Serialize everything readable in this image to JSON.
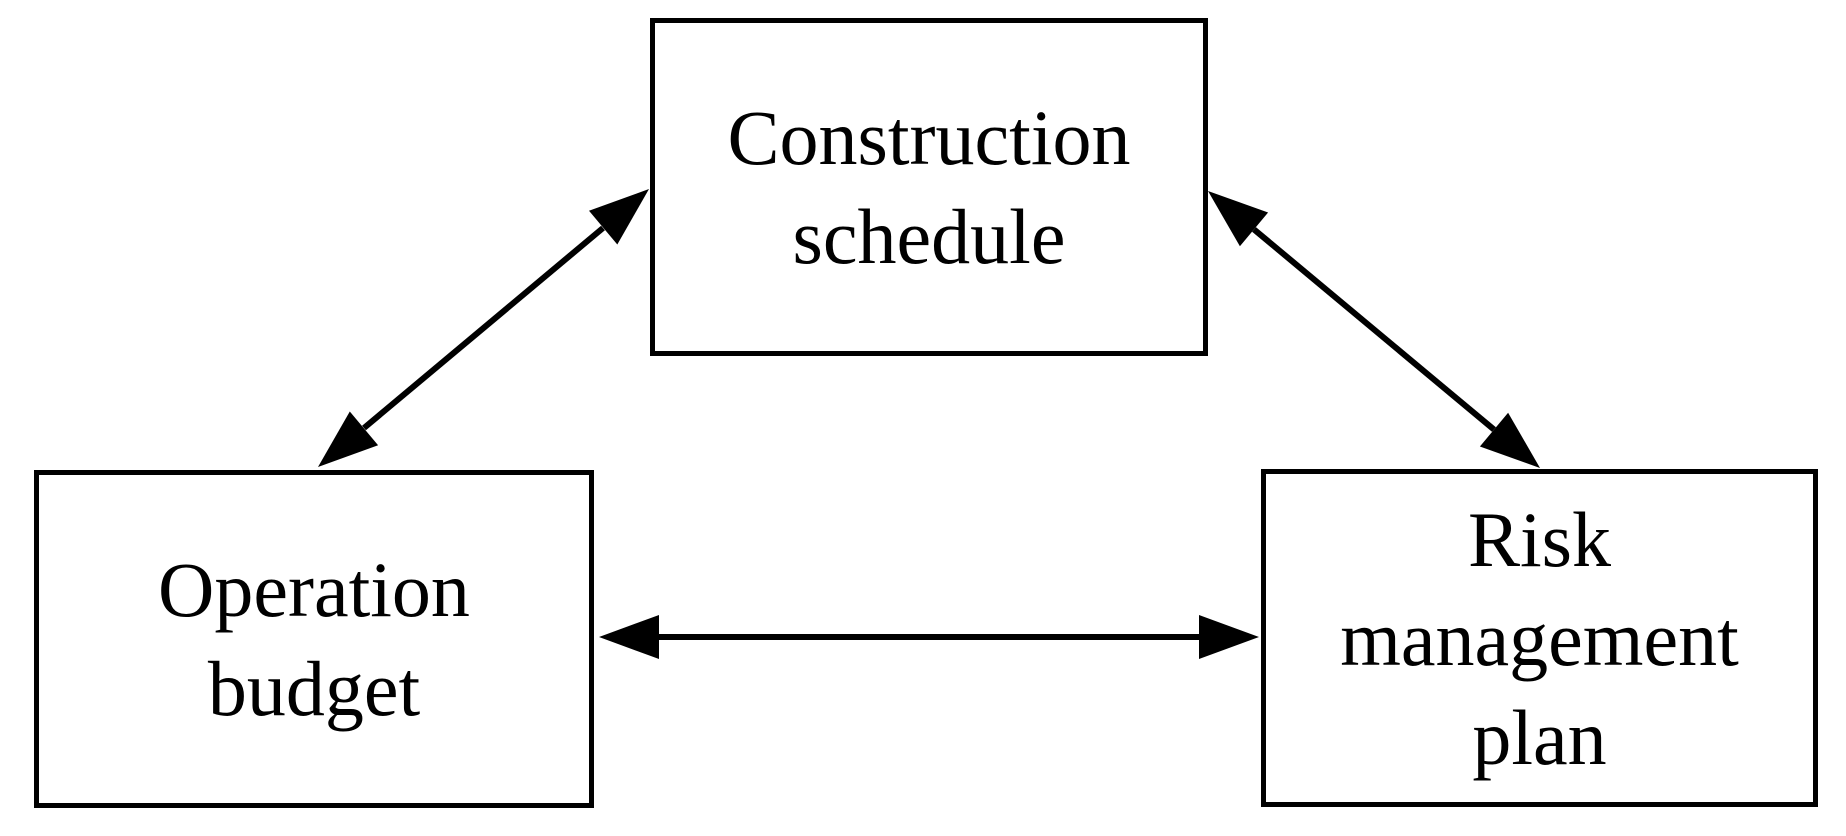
{
  "diagram": {
    "background_color": "#ffffff",
    "line_color": "#000000",
    "text_color": "#000000",
    "nodes": [
      {
        "id": "construction-schedule",
        "label": "Construction\nschedule"
      },
      {
        "id": "operation-budget",
        "label": "Operation\nbudget"
      },
      {
        "id": "risk-management-plan",
        "label": "Risk\nmanagement\nplan"
      }
    ],
    "edges": [
      {
        "from": "operation-budget",
        "to": "construction-schedule",
        "type": "bidirectional"
      },
      {
        "from": "construction-schedule",
        "to": "risk-management-plan",
        "type": "bidirectional"
      },
      {
        "from": "operation-budget",
        "to": "risk-management-plan",
        "type": "bidirectional"
      }
    ]
  }
}
